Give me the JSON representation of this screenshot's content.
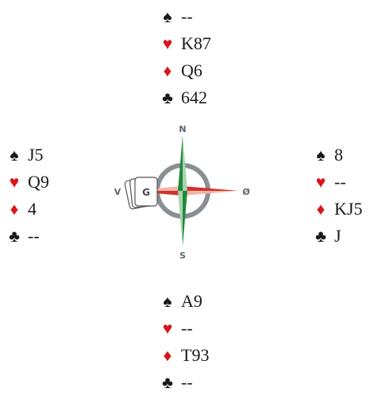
{
  "hands": {
    "north": {
      "spades": "--",
      "hearts": "K87",
      "diamonds": "Q6",
      "clubs": "642"
    },
    "west": {
      "spades": "J5",
      "hearts": "Q9",
      "diamonds": "4",
      "clubs": "--"
    },
    "east": {
      "spades": "8",
      "hearts": "--",
      "diamonds": "KJ5",
      "clubs": "J"
    },
    "south": {
      "spades": "A9",
      "hearts": "--",
      "diamonds": "T93",
      "clubs": "--"
    }
  },
  "suit_symbols": {
    "spades": "♠",
    "hearts": "♥",
    "diamonds": "♦",
    "clubs": "♣"
  },
  "compass": {
    "north": "N",
    "south": "S",
    "west": "V",
    "east": "Ø",
    "dealer_card": "G"
  },
  "colors": {
    "red_suit": "#d9151c",
    "black_suit": "#1a1a1a",
    "compass_green_dark": "#1f8a3c",
    "compass_green_light": "#a9d3ae",
    "compass_red_dark": "#d0342c",
    "compass_red_light": "#f0b7a6",
    "compass_ring": "#8a8f94"
  }
}
